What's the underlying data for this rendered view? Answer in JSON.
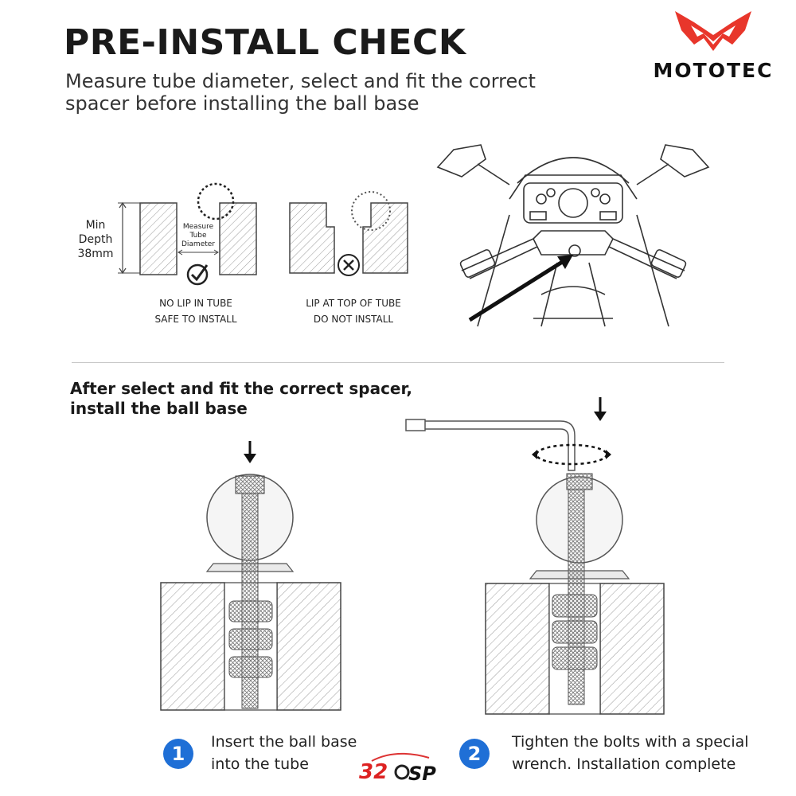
{
  "header": {
    "title": "PRE-INSTALL CHECK",
    "subtitle": "Measure tube diameter, select and fit the correct spacer before installing the ball base"
  },
  "brand": {
    "name": "MOTOTEC",
    "logo_color": "#e8362b"
  },
  "check_diagram": {
    "depth_label": [
      "Min",
      "Depth",
      "38mm"
    ],
    "measure_label": [
      "Measure",
      "Tube",
      "Diameter"
    ],
    "ok_caption": [
      "NO LIP IN TUBE",
      "SAFE TO INSTALL"
    ],
    "bad_caption": [
      "LIP AT TOP OF TUBE",
      "DO NOT INSTALL"
    ]
  },
  "section2": {
    "heading": "After select and fit the correct spacer, install the ball base"
  },
  "steps": [
    {
      "number": "1",
      "text": "Insert the ball base into the tube"
    },
    {
      "number": "2",
      "text": "Tighten the bolts with a special wrench. Installation complete"
    }
  ],
  "watermark": {
    "text_a": "32",
    "text_b": "SP"
  },
  "colors": {
    "step_badge": "#1f6fd6",
    "hatch": "#9a9a9a",
    "line": "#444444"
  }
}
